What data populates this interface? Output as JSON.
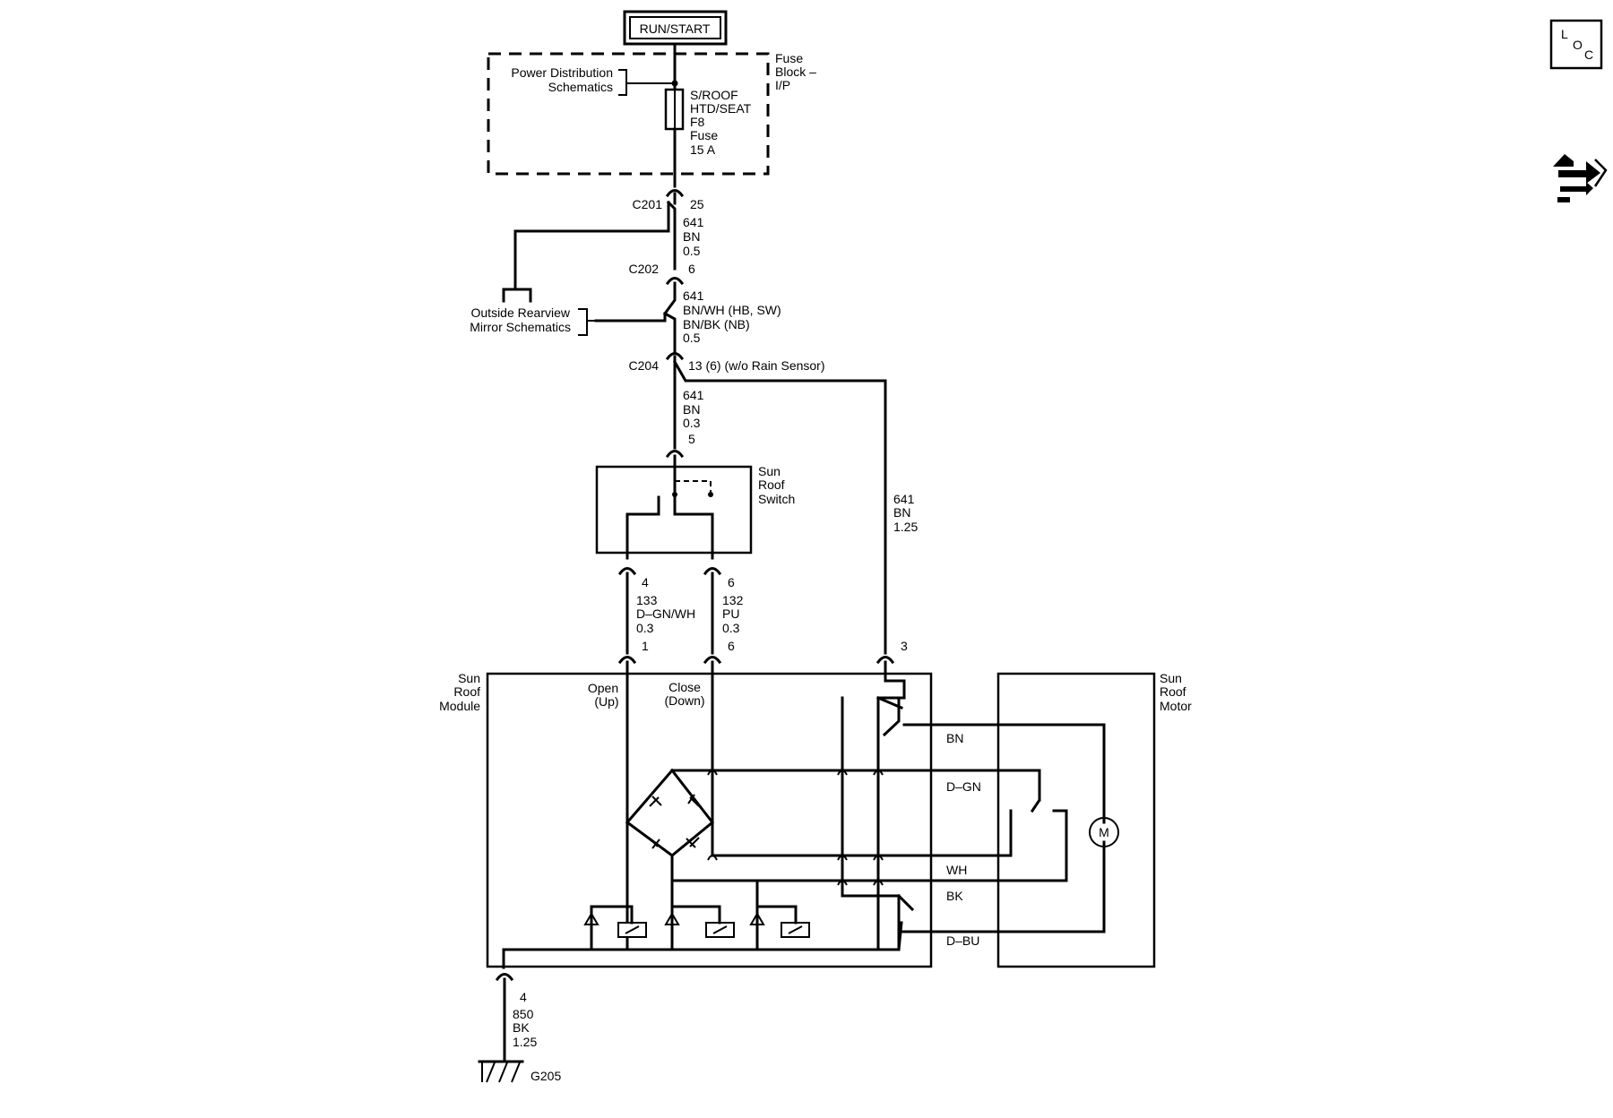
{
  "power_source": "RUN/START",
  "fuse_block": {
    "label_lines": [
      "Fuse",
      "Block –",
      "I/P"
    ],
    "ref_lines": [
      "Power Distribution",
      "Schematics"
    ],
    "fuse_lines": [
      "S/ROOF",
      "HTD/SEAT",
      "F8",
      "Fuse",
      "15 A"
    ]
  },
  "connectors": {
    "c201": {
      "name": "C201",
      "pin": "25"
    },
    "c202": {
      "name": "C202",
      "pin": "6"
    },
    "c204": {
      "name": "C204",
      "pin": "13 (6) (w/o Rain Sensor)"
    }
  },
  "wires": {
    "w1": [
      "641",
      "BN",
      "0.5"
    ],
    "w2": [
      "641",
      "BN/WH (HB, SW)",
      "BN/BK (NB)",
      "0.5"
    ],
    "w3": [
      "641",
      "BN",
      "0.3"
    ],
    "w4": [
      "641",
      "BN",
      "1.25"
    ],
    "w5": [
      "133",
      "D–GN/WH",
      "0.3"
    ],
    "w6": [
      "132",
      "PU",
      "0.3"
    ],
    "w7": [
      "850",
      "BK",
      "1.25"
    ]
  },
  "pins": {
    "switch_in": "5",
    "switch_out_a": "4",
    "switch_out_b": "6",
    "module_in_a": "1",
    "module_in_b": "6",
    "module_in_c": "3",
    "module_ground": "4"
  },
  "mirror_ref": [
    "Outside Rearview",
    "Mirror Schematics"
  ],
  "switch_label": [
    "Sun",
    "Roof",
    "Switch"
  ],
  "module_label": [
    "Sun",
    "Roof",
    "Module"
  ],
  "motor_label": [
    "Sun",
    "Roof",
    "Motor"
  ],
  "module_inputs": {
    "open": [
      "Open",
      "(Up)"
    ],
    "close": [
      "Close",
      "(Down)"
    ]
  },
  "motor_wires": [
    "BN",
    "D–GN",
    "WH",
    "BK",
    "D–BU"
  ],
  "motor_symbol": "M",
  "ground": "G205",
  "loc_icon": {
    "letters": [
      "L",
      "O",
      "C"
    ]
  }
}
